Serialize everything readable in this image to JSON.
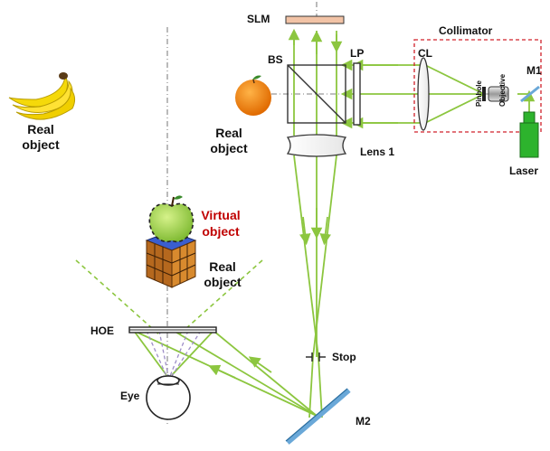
{
  "labels": {
    "slm": "SLM",
    "bs": "BS",
    "lp": "LP",
    "cl": "CL",
    "collimator": "Collimator",
    "pinhole": "Pinhole",
    "objective": "Objective",
    "m1": "M1",
    "laser": "Laser",
    "lens1": "Lens 1",
    "stop": "Stop",
    "m2": "M2",
    "hoe": "HOE",
    "eye": "Eye",
    "real_object_line1": "Real",
    "real_object_line2": "object",
    "virtual_object_line1": "Virtual",
    "virtual_object_line2": "object"
  },
  "colors": {
    "beam": "#8cc63f",
    "virtual_label": "#c00000",
    "collimator_box": "#d0202a",
    "laser_body": "#2db32d",
    "slm_plate": "#f2c3a6",
    "mirror": "#6aa8d8",
    "optics": "#333333",
    "eye_rays": "#9e8ec8"
  },
  "icons": {
    "banana": "banana-icon",
    "orange": "orange-icon",
    "apple": "apple-icon",
    "cube": "rubiks-cube-icon"
  }
}
